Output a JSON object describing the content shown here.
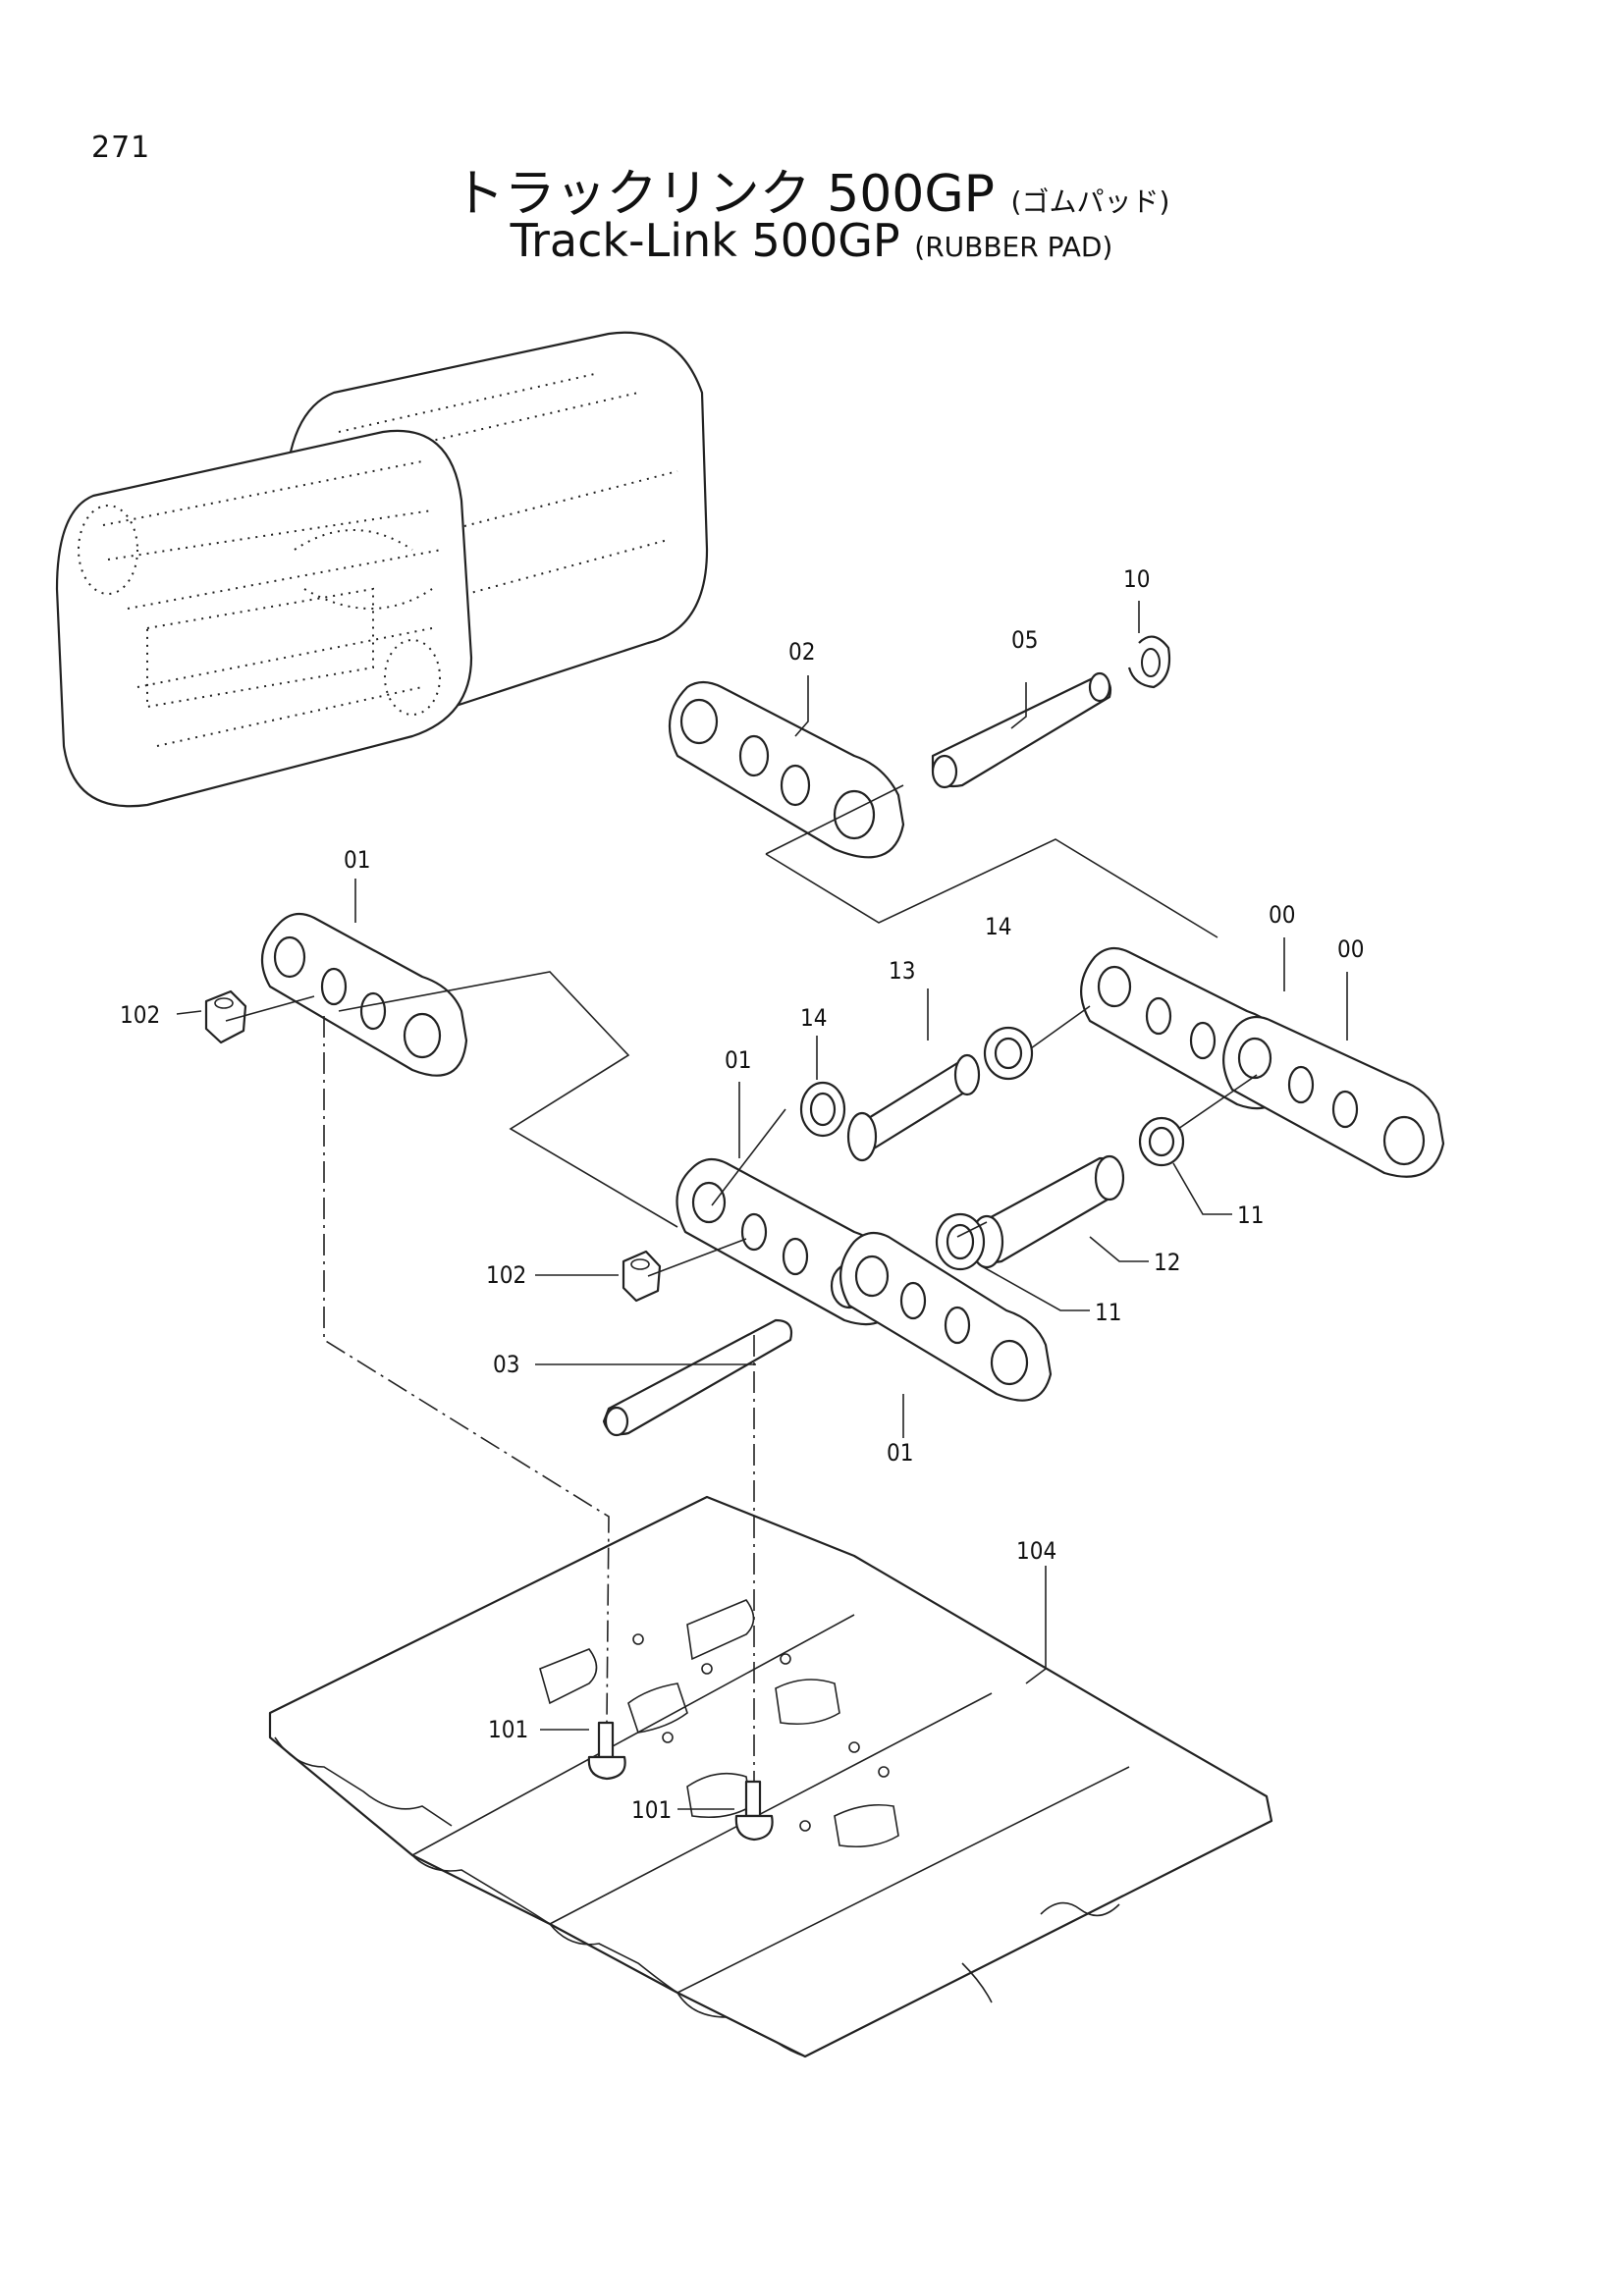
{
  "page_number": "271",
  "title": {
    "jp_main": "トラックリンク 500GP",
    "jp_sub": "(ゴムパッド)",
    "en_main": "Track-Link 500GP",
    "en_sub": "(RUBBER PAD)"
  },
  "callouts": {
    "c00a": "00",
    "c00b": "00",
    "c01a": "01",
    "c01b": "01",
    "c01c": "01",
    "c02": "02",
    "c03": "03",
    "c05": "05",
    "c10": "10",
    "c11a": "11",
    "c11b": "11",
    "c12": "12",
    "c13": "13",
    "c14a": "14",
    "c14b": "14",
    "c101a": "101",
    "c101b": "101",
    "c102a": "102",
    "c102b": "102",
    "c104": "104"
  }
}
